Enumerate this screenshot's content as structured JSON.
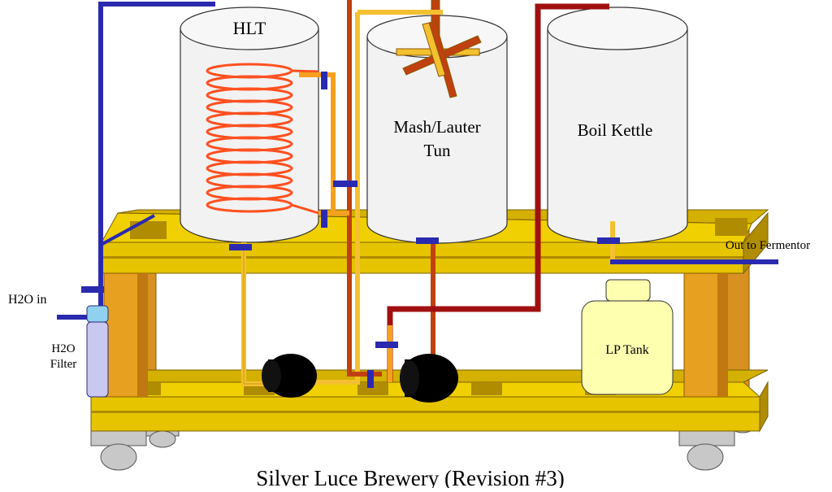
{
  "labels": {
    "hlt": "HLT",
    "mash_line1": "Mash/Lauter",
    "mash_line2": "Tun",
    "boil_kettle": "Boil Kettle",
    "out_to_fermentor": "Out to Fermentor",
    "h2o_in": "H2O in",
    "filter_line1": "H2O",
    "filter_line2": "Filter",
    "lp_tank": "LP Tank",
    "caption": "Silver Luce Brewery (Revision #3)"
  },
  "colors": {
    "wood_light": "#f0d000",
    "wood_mid": "#d4b000",
    "wood_dark": "#b08c00",
    "leg_orange": "#e8a020",
    "tank_fill": "#f2f2f2",
    "pipe_blue": "#2a2ab0",
    "pipe_red": "#b82a00",
    "pipe_dark_red": "#a01010",
    "pipe_yellow": "#f5c030",
    "coil": "#ff5020",
    "lp_fill": "#ffffb0",
    "filter_fill": "#c8c8f0",
    "pump": "#000000",
    "caster": "#c8c8c8"
  }
}
